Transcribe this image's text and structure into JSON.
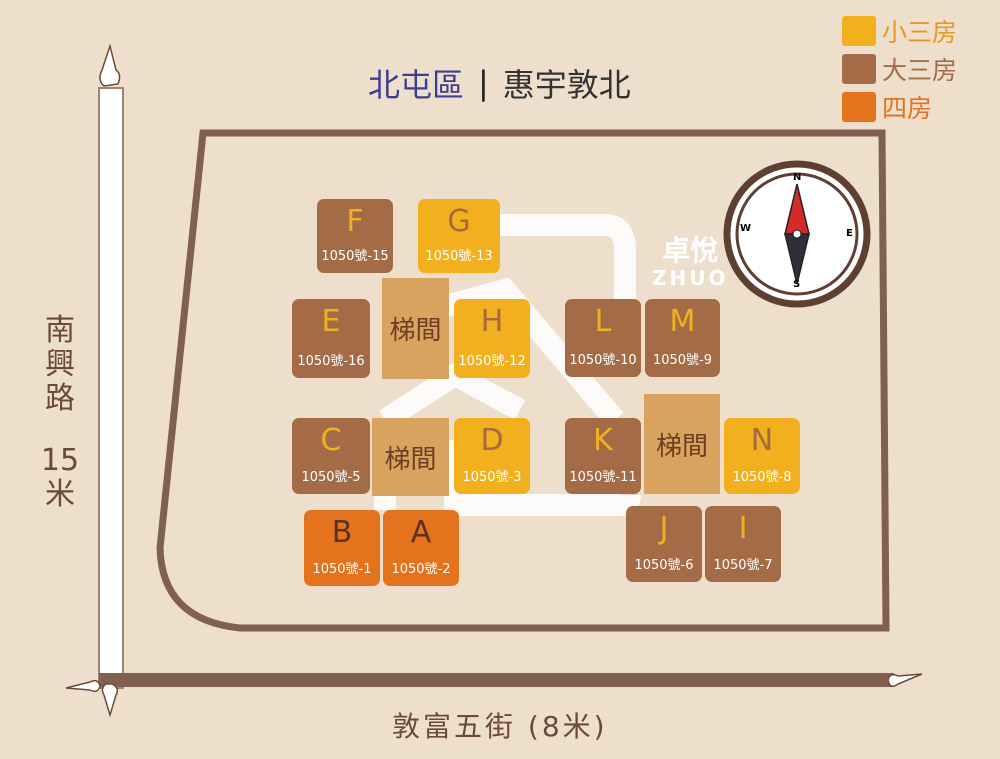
{
  "header": {
    "district": "北屯區",
    "separator": "|",
    "project": "惠宇敦北"
  },
  "legend": [
    {
      "label": "小三房",
      "color": "#f3b01e"
    },
    {
      "label": "大三房",
      "color": "#a36c47"
    },
    {
      "label": "四房",
      "color": "#e5721d"
    }
  ],
  "streets": {
    "left": [
      "南",
      "興",
      "路"
    ],
    "left_width": [
      "15",
      "米"
    ],
    "bottom": "敦富五街 (8米)"
  },
  "neighbor": {
    "name": "卓悅",
    "romanized": "ZHUO"
  },
  "compass": {
    "n": "N",
    "s": "S",
    "e": "E",
    "w": "W"
  },
  "stairs_label": "梯間",
  "units": {
    "F": {
      "letter": "F",
      "addr": "1050號-15",
      "type": "large"
    },
    "G": {
      "letter": "G",
      "addr": "1050號-13",
      "type": "small"
    },
    "E": {
      "letter": "E",
      "addr": "1050號-16",
      "type": "large"
    },
    "H": {
      "letter": "H",
      "addr": "1050號-12",
      "type": "small"
    },
    "L": {
      "letter": "L",
      "addr": "1050號-10",
      "type": "large"
    },
    "M": {
      "letter": "M",
      "addr": "1050號-9",
      "type": "large"
    },
    "C": {
      "letter": "C",
      "addr": "1050號-5",
      "type": "large"
    },
    "D": {
      "letter": "D",
      "addr": "1050號-3",
      "type": "small"
    },
    "K": {
      "letter": "K",
      "addr": "1050號-11",
      "type": "large"
    },
    "N": {
      "letter": "N",
      "addr": "1050號-8",
      "type": "small"
    },
    "B": {
      "letter": "B",
      "addr": "1050號-1",
      "type": "four"
    },
    "A": {
      "letter": "A",
      "addr": "1050號-2",
      "type": "four"
    },
    "J": {
      "letter": "J",
      "addr": "1050號-6",
      "type": "large"
    },
    "I": {
      "letter": "I",
      "addr": "1050號-7",
      "type": "large"
    }
  }
}
